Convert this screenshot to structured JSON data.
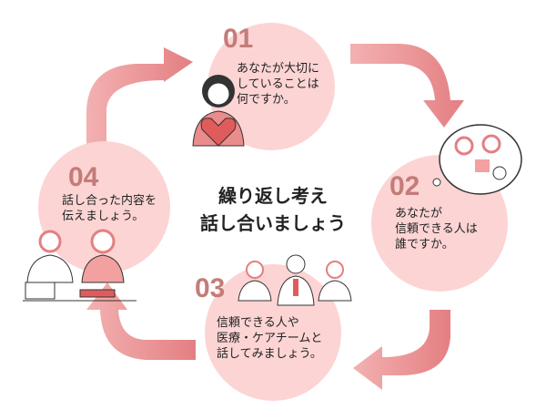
{
  "center_title": "繰り返し考え\n話し合いましょう",
  "steps": [
    {
      "number": "01",
      "text": "あなたが大切に\nしていることは\n何ですか。"
    },
    {
      "number": "02",
      "text": "あなたが\n信頼できる人は\n誰ですか。"
    },
    {
      "number": "03",
      "text": "信頼できる人や\n医療・ケアチームと\n話してみましょう。"
    },
    {
      "number": "04",
      "text": "話し合った内容を\n伝えましょう。"
    }
  ],
  "colors": {
    "circle": "#fcd4d4",
    "number": "#c47c78",
    "arrow": "#e8878a"
  }
}
